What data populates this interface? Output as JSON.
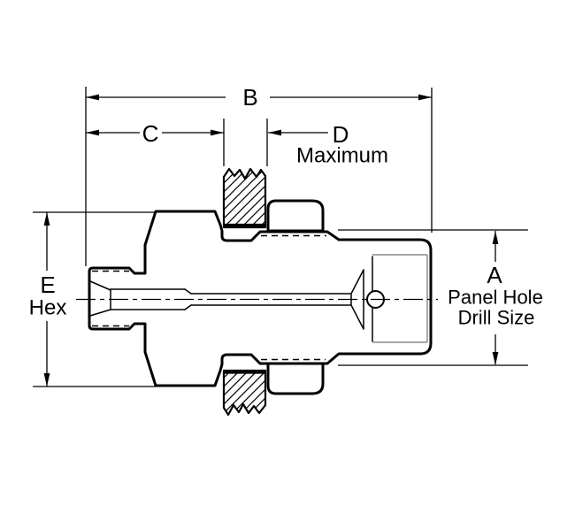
{
  "diagram": {
    "description_labels": {
      "b": {
        "label": "B"
      },
      "c": {
        "label": "C"
      },
      "d": {
        "label": "D",
        "qualifier": "Maximum"
      },
      "e": {
        "label": "E",
        "qualifier": "Hex"
      },
      "a": {
        "label": "A",
        "qualifier_line1": "Panel Hole",
        "qualifier_line2": "Drill Size"
      }
    },
    "colors": {
      "line": "#000000",
      "background": "#ffffff",
      "cavity_line": "#999999"
    }
  }
}
